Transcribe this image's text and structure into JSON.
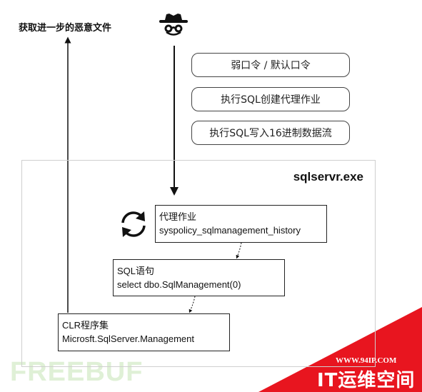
{
  "top_label": "获取进一步的恶意文件",
  "steps": [
    "弱口令 / 默认口令",
    "执行SQL创建代理作业",
    "执行SQL写入16进制数据流"
  ],
  "process": {
    "title": "sqlservr.exe"
  },
  "nodes": {
    "agent_job": {
      "line1": "代理作业",
      "line2": "syspolicy_sqlmanagement_history"
    },
    "sql_statement": {
      "line1": "SQL语句",
      "line2": "select dbo.SqlManagement(0)"
    },
    "clr_assembly": {
      "line1": "CLR程序集",
      "line2": "Microsft.SqlServer.Management"
    }
  },
  "watermark": {
    "text": "FREEBUF",
    "url": "WWW.94IP.COM",
    "brand": "IT运维空间"
  },
  "icons": {
    "attacker": "hacker-spy-icon",
    "cycle": "refresh-cycle-icon"
  },
  "colors": {
    "corner_red": "#e8151f",
    "watermark_green": "#dff0d6"
  }
}
